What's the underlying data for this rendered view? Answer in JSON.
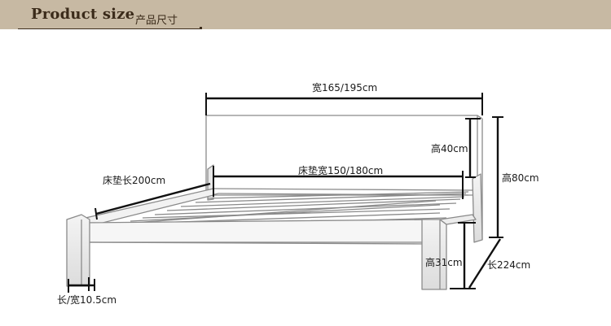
{
  "header": {
    "title_en": "Product size",
    "title_cn": "产品尺寸"
  },
  "dimensions": {
    "headboard_width": "宽165/195cm",
    "headboard_height": "高40cm",
    "total_height": "高80cm",
    "mattress_width": "床垫宽150/180cm",
    "mattress_length": "床垫长200cm",
    "leg_height": "高31cm",
    "total_length": "长224cm",
    "leg_size": "长/宽10.5cm"
  },
  "colors": {
    "banner": "#c7b9a3",
    "dimension_line": "#111111",
    "bed_outline": "#8a8a8a"
  }
}
